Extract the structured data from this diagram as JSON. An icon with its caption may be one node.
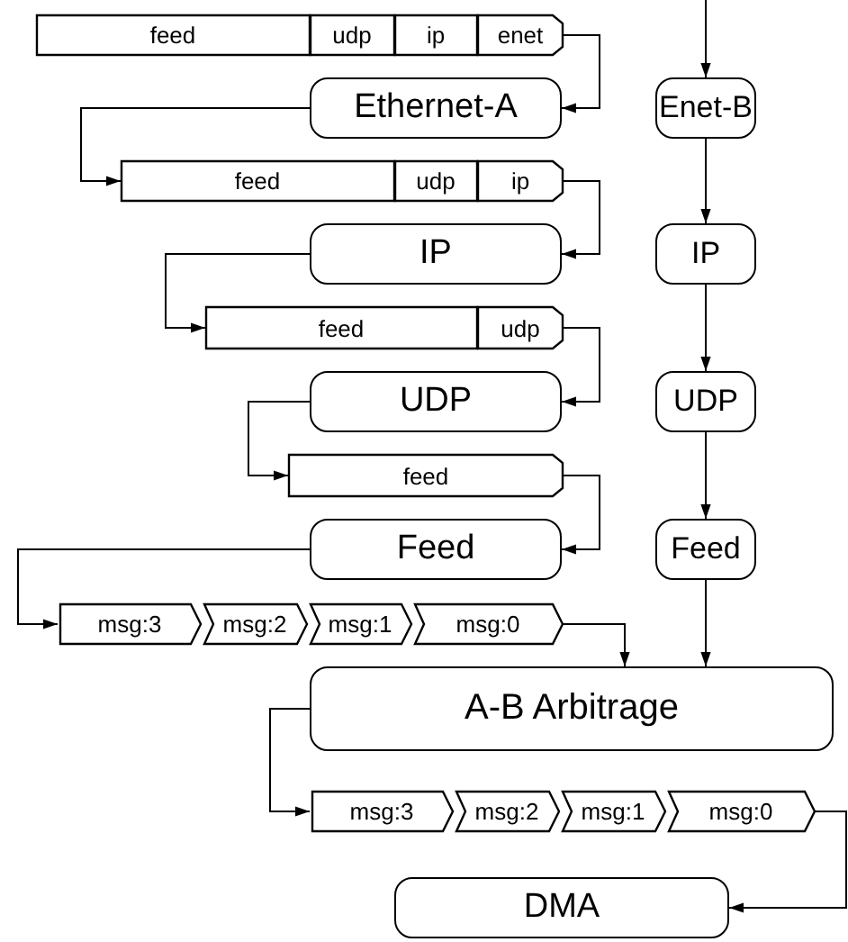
{
  "diagram": {
    "nodes": [
      {
        "text": [
          "feed",
          "udp",
          "ip",
          "enet"
        ]
      },
      {
        "text": [
          "Ethernet-A"
        ]
      },
      {
        "text": [
          "Enet-B"
        ]
      },
      {
        "text": [
          "feed",
          "udp",
          "ip"
        ]
      },
      {
        "text": [
          "IP"
        ]
      },
      {
        "text": [
          "IP"
        ]
      },
      {
        "text": [
          "feed",
          "udp"
        ]
      },
      {
        "text": [
          "UDP"
        ]
      },
      {
        "text": [
          "UDP"
        ]
      },
      {
        "text": [
          "feed"
        ]
      },
      {
        "text": [
          "Feed"
        ]
      },
      {
        "text": [
          "Feed"
        ]
      },
      {
        "text": [
          "msg:3",
          "msg:2",
          "msg:1",
          "msg:0"
        ]
      },
      {
        "text": [
          "A-B Arbitrage"
        ]
      },
      {
        "text": [
          "msg:3",
          "msg:2",
          "msg:1",
          "msg:0"
        ]
      },
      {
        "text": [
          "DMA"
        ]
      }
    ],
    "edges": [
      {
        "from": 0,
        "to": 1,
        "arrow": "to"
      },
      {
        "from": null,
        "to": 2,
        "arrow": "to"
      },
      {
        "from": 1,
        "to": 3,
        "arrow": "to"
      },
      {
        "from": 3,
        "to": 4,
        "arrow": "to"
      },
      {
        "from": 2,
        "to": 5,
        "arrow": "to"
      },
      {
        "from": 4,
        "to": 6,
        "arrow": "to"
      },
      {
        "from": 6,
        "to": 7,
        "arrow": "to"
      },
      {
        "from": 5,
        "to": 8,
        "arrow": "to"
      },
      {
        "from": 7,
        "to": 9,
        "arrow": "to"
      },
      {
        "from": 9,
        "to": 10,
        "arrow": "to"
      },
      {
        "from": 8,
        "to": 11,
        "arrow": "to"
      },
      {
        "from": 10,
        "to": 12,
        "arrow": "to"
      },
      {
        "from": 12,
        "to": 13,
        "arrow": "to"
      },
      {
        "from": 11,
        "to": 13,
        "arrow": "to"
      },
      {
        "from": 13,
        "to": 14,
        "arrow": "to"
      },
      {
        "from": 14,
        "to": 15,
        "arrow": "to"
      }
    ]
  }
}
